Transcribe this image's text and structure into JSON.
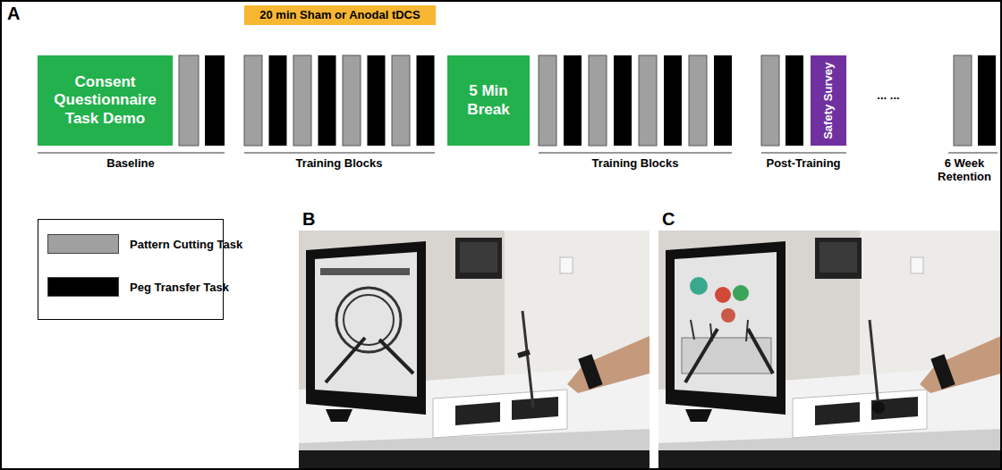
{
  "diagram": {
    "nodes": [
      {
        "text": [
          "Consent Questionnaire Task Demo"
        ]
      },
      {
        "text": [
          "20 min Sham or Anodal tDCS"
        ]
      },
      {
        "text": [
          "5 Min Break"
        ]
      },
      {
        "text": [
          "Safety Survey"
        ]
      }
    ],
    "labels": [
      "A",
      "Baseline",
      "Training Blocks",
      "Training Blocks",
      "Post-Training",
      "... ...",
      "6 Week Retention",
      "B",
      "C"
    ],
    "legend": [
      {
        "text": "Pattern Cutting Task",
        "color": "#a0a0a0"
      },
      {
        "text": "Peg Transfer Task",
        "color": "#000000"
      }
    ]
  }
}
